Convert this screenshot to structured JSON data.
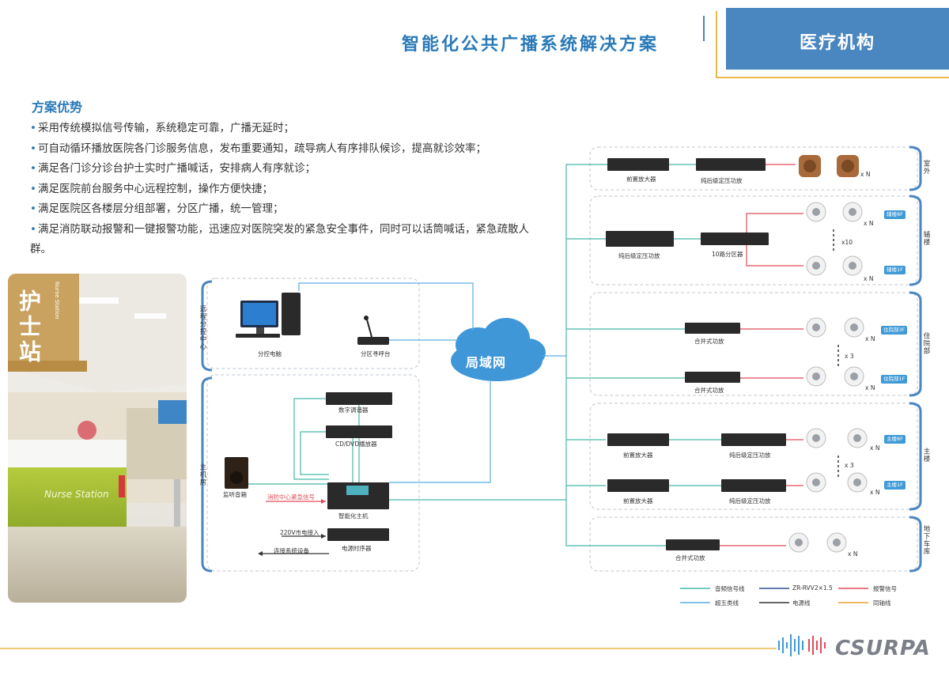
{
  "header": {
    "title": "智能化公共广播系统解决方案",
    "tab": "医疗机构"
  },
  "advantages": {
    "title": "方案优势",
    "items": [
      "采用传统模拟信号传输，系统稳定可靠，广播无延时；",
      "可自动循环播放医院各门诊服务信息，发布重要通知，疏导病人有序排队候诊，提高就诊效率；",
      "满足各门诊分诊台护士实时广播喊话，安排病人有序就诊；",
      "满足医院前台服务中心远程控制，操作方便快捷；",
      "满足医院区各楼层分组部署，分区广播，统一管理；",
      "满足消防联动报警和一键报警功能，迅速应对医院突发的紧急安全事件，同时可以话筒喊话，紧急疏散人群。"
    ]
  },
  "photo": {
    "sign_text": "护士站",
    "sign_en": "Nurse Station",
    "desk_text": "Nurse Station"
  },
  "diagram": {
    "remote": {
      "label": "远程分控中心",
      "pc": "分控电脑",
      "mic": "分区寻呼台"
    },
    "cloud": "局域网",
    "main": {
      "label": "主机房",
      "tuner": "数字调谐器",
      "dvd": "CD/DVD播放器",
      "monitor": "监听音箱",
      "fire": "消防中心紧急信号",
      "host": "智能化主机",
      "power_in": "220V市电接入",
      "power_out": "连接系统设备",
      "sequencer": "电源时序器"
    },
    "zones": {
      "outdoor": {
        "label": "室外",
        "pre": "前置放大器",
        "amp": "纯后级定压功放",
        "xn": "x N"
      },
      "aux": {
        "label": "辅楼",
        "amp": "纯后级定压功放",
        "splitter": "10路分区器",
        "top": "辅楼8F",
        "bottom": "辅楼1F",
        "mult": "x10",
        "xn1": "x N",
        "xn2": "x N"
      },
      "inpatient": {
        "label": "住院部",
        "amp1": "合并式功放",
        "amp2": "合并式功放",
        "top": "住院部3F",
        "bottom": "住院部1F",
        "mult": "x 3",
        "xn1": "x N",
        "xn2": "x N"
      },
      "mainbldg": {
        "label": "主楼",
        "pre1": "前置放大器",
        "amp1": "纯后级定压功放",
        "pre2": "前置放大器",
        "amp2": "纯后级定压功放",
        "top": "主楼8F",
        "bottom": "主楼1F",
        "mult": "x 3",
        "xn1": "x N",
        "xn2": "x N"
      },
      "garage": {
        "label": "地下车库",
        "amp": "合并式功放",
        "xn": "x N"
      }
    }
  },
  "legend": [
    {
      "label": "音频信号线",
      "color": "#46b6a6"
    },
    {
      "label": "ZR-RVV2×1.5",
      "color": "#2d4f8f"
    },
    {
      "label": "报警信号",
      "color": "#e04b5a"
    },
    {
      "label": "超五类线",
      "color": "#5aaee0"
    },
    {
      "label": "电源线",
      "color": "#333333"
    },
    {
      "label": "同轴线",
      "color": "#f0a030"
    }
  ],
  "brand": {
    "logo": "CSURPA"
  },
  "colors": {
    "accent": "#2a7ab8",
    "tab": "#4a86c0",
    "bracket": "#4a86c0",
    "gold": "#e8b84b"
  }
}
